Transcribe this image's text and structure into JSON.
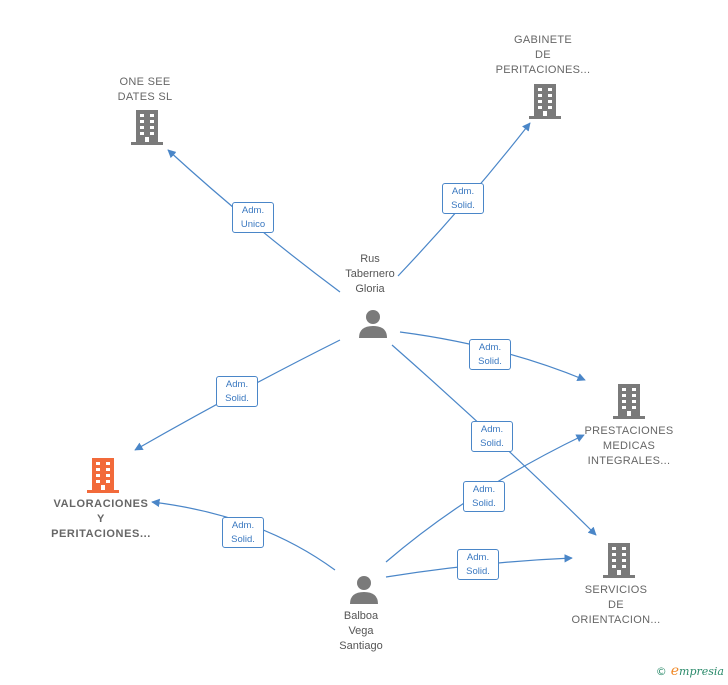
{
  "nodes": {
    "one_see": {
      "label": "ONE SEE\nDATES  SL"
    },
    "gabinete": {
      "label": "GABINETE\nDE\nPERITACIONES..."
    },
    "rus": {
      "label": "Rus\nTabernero\nGloria"
    },
    "prestaciones": {
      "label": "PRESTACIONES\nMEDICAS\nINTEGRALES..."
    },
    "valoraciones": {
      "label": "VALORACIONES\nY\nPERITACIONES..."
    },
    "servicios": {
      "label": "SERVICIOS\nDE\nORIENTACION..."
    },
    "balboa": {
      "label": "Balboa\nVega\nSantiago"
    }
  },
  "relations": {
    "r1": "Adm.\nUnico",
    "r2": "Adm.\nSolid.",
    "r3": "Adm.\nSolid.",
    "r4": "Adm.\nSolid.",
    "r5": "Adm.\nSolid.",
    "r6": "Adm.\nSolid.",
    "r7": "Adm.\nSolid.",
    "r8": "Adm.\nSolid."
  },
  "colors": {
    "edge": "#4a86c8",
    "company_icon": "#7a7a7a",
    "main_company_icon": "#f26a3a",
    "person_icon": "#7a7a7a"
  },
  "footer": {
    "copyright": "©",
    "brand_initial": "e",
    "brand_rest": "mpresia"
  }
}
